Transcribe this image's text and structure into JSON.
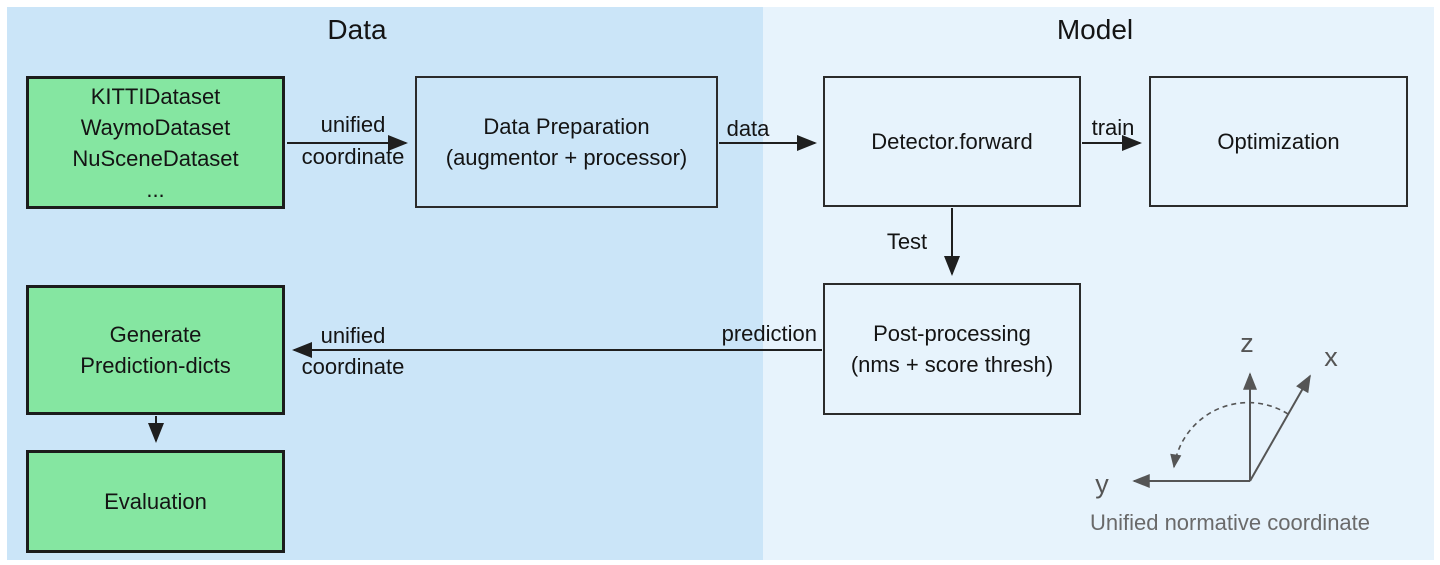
{
  "colors": {
    "page_bg": "#ffffff",
    "data_region_bg": "#cbe5f8",
    "model_region_bg": "#e7f3fc",
    "green_box_fill": "#85e6a1",
    "box_border": "#2b2b2b",
    "green_box_border": "#1c1c1c",
    "arrow_color": "#1f1f1f",
    "axis_color": "#555555",
    "caption_color": "#6a6a6a",
    "text_color": "#141414"
  },
  "regions": {
    "data": {
      "title": "Data"
    },
    "model": {
      "title": "Model"
    }
  },
  "boxes": {
    "datasets": {
      "lines": [
        "KITTIDataset",
        "WaymoDataset",
        "NuSceneDataset",
        "..."
      ]
    },
    "data_preparation": {
      "lines": [
        "Data Preparation",
        "(augmentor + processor)"
      ]
    },
    "detector": {
      "label": "Detector.forward"
    },
    "optimization": {
      "label": "Optimization"
    },
    "post_processing": {
      "lines": [
        "Post-processing",
        "(nms + score thresh)"
      ]
    },
    "generate_prediction": {
      "lines": [
        "Generate",
        "Prediction-dicts"
      ]
    },
    "evaluation": {
      "label": "Evaluation"
    }
  },
  "arrow_labels": {
    "unified_coordinate_top": {
      "line1": "unified",
      "line2": "coordinate"
    },
    "data": "data",
    "train": "train",
    "test": "Test",
    "prediction": "prediction",
    "unified_coordinate_bottom": {
      "line1": "unified",
      "line2": "coordinate"
    }
  },
  "coordinate_diagram": {
    "axes": {
      "z": "z",
      "x": "x",
      "y": "y"
    },
    "caption": "Unified normative coordinate"
  }
}
